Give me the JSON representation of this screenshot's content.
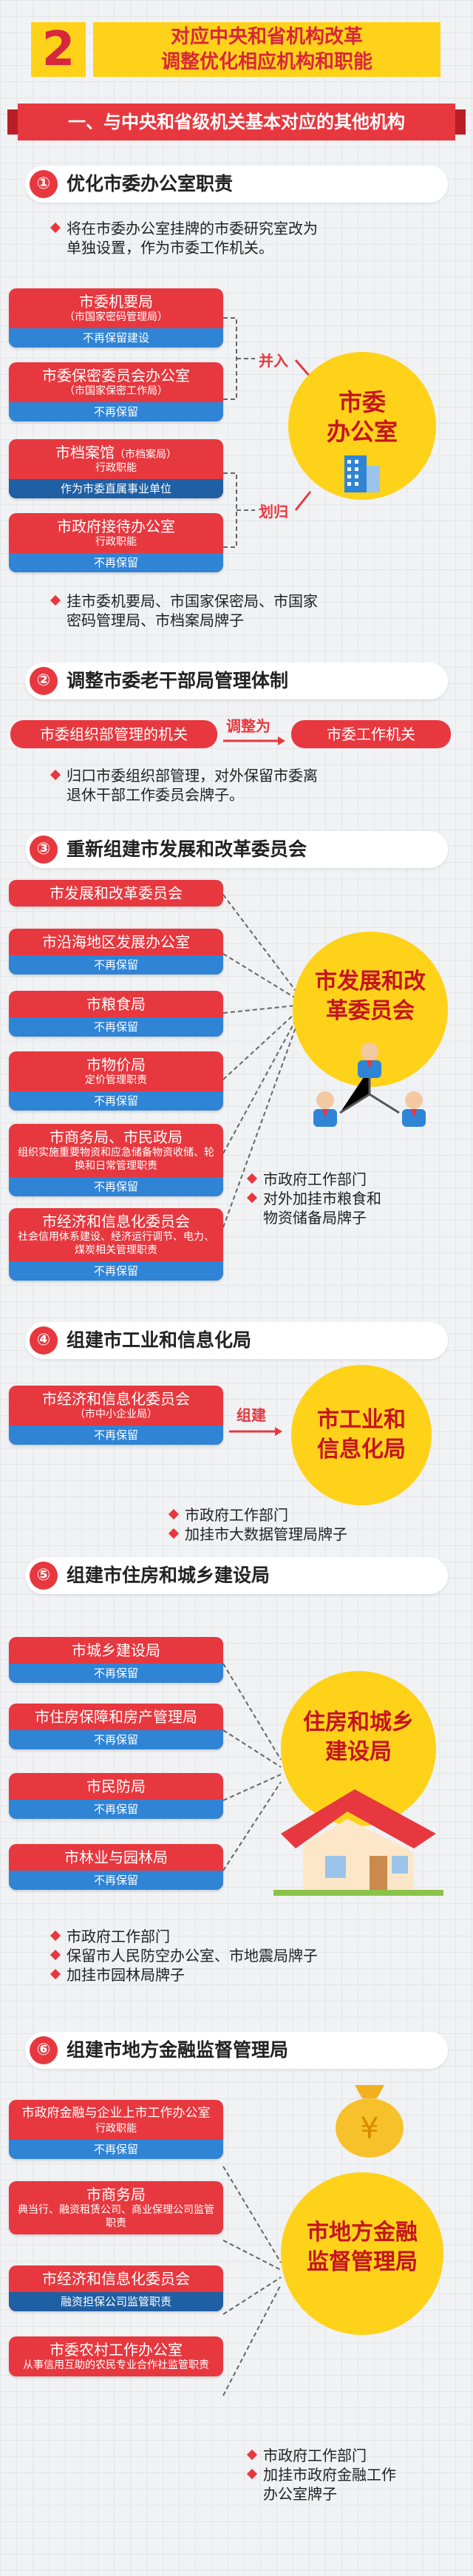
{
  "header": {
    "number": "2",
    "title_line1": "对应中央和省机构改革",
    "title_line2": "调整优化相应机构和职能"
  },
  "banner": "一、与中央和省级机关基本对应的其他机构",
  "s1": {
    "num": "①",
    "title": "优化市委办公室职责",
    "intro_line1": "将在市委办公室挂牌的市委研究室改为",
    "intro_line2": "单独设置，作为市委工作机关。",
    "boxes": [
      {
        "top": "市委机要局",
        "sub": "（市国家密码管理局）",
        "bot": "不再保留建设"
      },
      {
        "top": "市委保密委员会办公室",
        "sub": "（市国家保密工作局）",
        "bot": "不再保留"
      },
      {
        "top": "市档案馆",
        "top_suffix": "（市档案局）",
        "sub": "行政职能",
        "bot": "作为市委直属事业单位"
      },
      {
        "top": "市政府接待办公室",
        "sub": "行政职能",
        "bot": "不再保留"
      }
    ],
    "merge_label": "并入",
    "transfer_label": "划归",
    "target_line1": "市委",
    "target_line2": "办公室",
    "outro_line1": "挂市委机要局、市国家保密局、市国家",
    "outro_line2": "密码管理局、市档案局牌子"
  },
  "s2": {
    "num": "②",
    "title": "调整市委老干部局管理体制",
    "left": "市委组织部管理的机关",
    "arrow": "调整为",
    "right": "市委工作机关",
    "note_line1": "归口市委组织部管理，对外保留市委离",
    "note_line2": "退休干部工作委员会牌子。"
  },
  "s3": {
    "num": "③",
    "title": "重新组建市发展和改革委员会",
    "boxes": [
      {
        "top": "市发展和改革委员会"
      },
      {
        "top": "市沿海地区发展办公室",
        "bot": "不再保留"
      },
      {
        "top": "市粮食局",
        "bot": "不再保留"
      },
      {
        "top": "市物价局",
        "sub": "定价管理职责",
        "bot": "不再保留"
      },
      {
        "top": "市商务局、市民政局",
        "sub": "组织实施重要物资和应急储备物资收储、轮换和日常管理职责",
        "bot": "不再保留"
      },
      {
        "top": "市经济和信息化委员会",
        "sub": "社会信用体系建设、经济运行调节、电力、煤炭相关管理职责",
        "bot": "不再保留"
      }
    ],
    "target_line1": "市发展和改",
    "target_line2": "革委员会",
    "notes": [
      "市政府工作部门",
      "对外加挂市粮食和",
      "物资储备局牌子"
    ]
  },
  "s4": {
    "num": "④",
    "title": "组建市工业和信息化局",
    "box": {
      "top": "市经济和信息化委员会",
      "sub": "（市中小企业局）",
      "bot": "不再保留"
    },
    "arrow": "组建",
    "target_line1": "市工业和",
    "target_line2": "信息化局",
    "notes": [
      "市政府工作部门",
      "加挂市大数据管理局牌子"
    ]
  },
  "s5": {
    "num": "⑤",
    "title": "组建市住房和城乡建设局",
    "boxes": [
      {
        "top": "市城乡建设局",
        "bot": "不再保留"
      },
      {
        "top": "市住房保障和房产管理局",
        "bot": "不再保留"
      },
      {
        "top": "市民防局",
        "bot": "不再保留"
      },
      {
        "top": "市林业与园林局",
        "bot": "不再保留"
      }
    ],
    "target_line1": "住房和城乡",
    "target_line2": "建设局",
    "notes": [
      "市政府工作部门",
      "保留市人民防空办公室、市地震局牌子",
      "加挂市园林局牌子"
    ]
  },
  "s6": {
    "num": "⑥",
    "title": "组建市地方金融监督管理局",
    "boxes": [
      {
        "top": "市政府金融与企业上市工作办公室",
        "sub": "行政职能",
        "bot": "不再保留"
      },
      {
        "top": "市商务局",
        "sub": "典当行、融资租赁公司、商业保理公司监管职责",
        "bot": ""
      },
      {
        "top": "市经济和信息化委员会",
        "sub": "",
        "bot": "融资担保公司监管职责"
      },
      {
        "top": "市委农村工作办公室",
        "sub": "从事信用互助的农民专业合作社监管职责",
        "bot": ""
      }
    ],
    "target_line1": "市地方金融",
    "target_line2": "监督管理局",
    "notes": [
      "市政府工作部门",
      "加挂市政府金融工作",
      "办公室牌子"
    ]
  },
  "colors": {
    "red": "#e7383f",
    "yellow": "#ffd21a",
    "blue": "#2f84d6"
  }
}
